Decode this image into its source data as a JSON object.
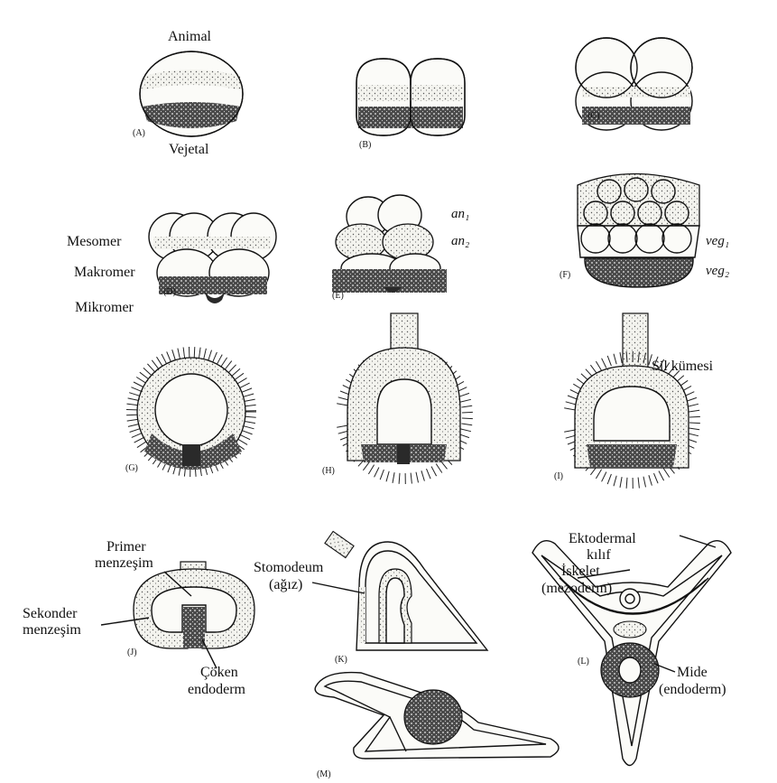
{
  "labels": {
    "animal": "Animal",
    "vejetal": "Vejetal",
    "mesomer": "Mesomer",
    "makromer": "Makromer",
    "mikromer": "Mikromer",
    "an1": "an₁",
    "an2": "an₂",
    "veg1": "veg₁",
    "veg2": "veg₂",
    "sil_kumesi": "Sil kümesi",
    "primer_1": "Primer",
    "primer_2": "menzeşim",
    "sekonder_1": "Sekonder",
    "sekonder_2": "menzeşim",
    "coken_1": "Çöken",
    "coken_2": "endoderm",
    "stomodeum_1": "Stomodeum",
    "stomodeum_2": "(ağız)",
    "ektodermal_1": "Ektodermal",
    "ektodermal_2": "kılıf",
    "iskelet_1": "İskelet",
    "iskelet_2": "(mezoderm)",
    "mide_1": "Mide",
    "mide_2": "(endoderm)"
  },
  "panels": {
    "A": "(A)",
    "B": "(B)",
    "C": "(C)",
    "D": "(D)",
    "E": "(E)",
    "F": "(F)",
    "G": "(G)",
    "H": "(H)",
    "I": "(I)",
    "J": "(J)",
    "K": "(K)",
    "L": "(L)",
    "M": "(M)"
  }
}
